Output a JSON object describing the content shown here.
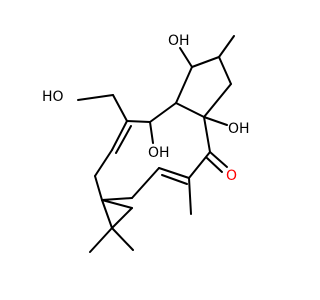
{
  "molecule": {
    "labels": {
      "oh_top": "OH",
      "oh_right": "OH",
      "oh_left": "HO",
      "oh_center": "OH",
      "carbonyl_o": "O"
    },
    "colors": {
      "bond": "#000000",
      "text": "#000000",
      "oxygen": "#ff0000",
      "background": "#ffffff"
    }
  }
}
